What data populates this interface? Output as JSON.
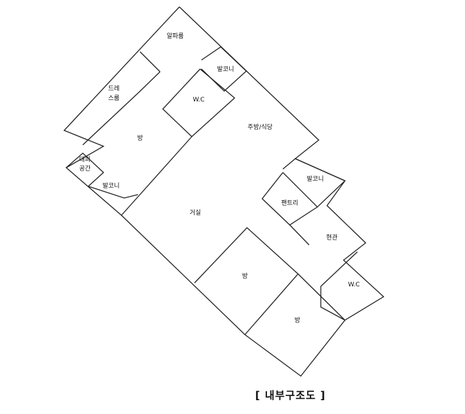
{
  "floorplan": {
    "caption": "[ 내부구조도 ]",
    "rooms": {
      "alpha_room": "알파룸",
      "balcony_top": "발코니",
      "dress_room_line1": "드레",
      "dress_room_line2": "스룸",
      "wc_top": "W.C",
      "kitchen_dining": "주방/식당",
      "room_left": "방",
      "standby_line1": "대피",
      "standby_line2": "공간",
      "balcony_left": "발코니",
      "balcony_right": "발코니",
      "pantry": "팬트리",
      "living_room": "거실",
      "entrance": "현관",
      "room_bottom_1": "방",
      "wc_bottom": "W.C",
      "room_bottom_2": "방"
    }
  }
}
